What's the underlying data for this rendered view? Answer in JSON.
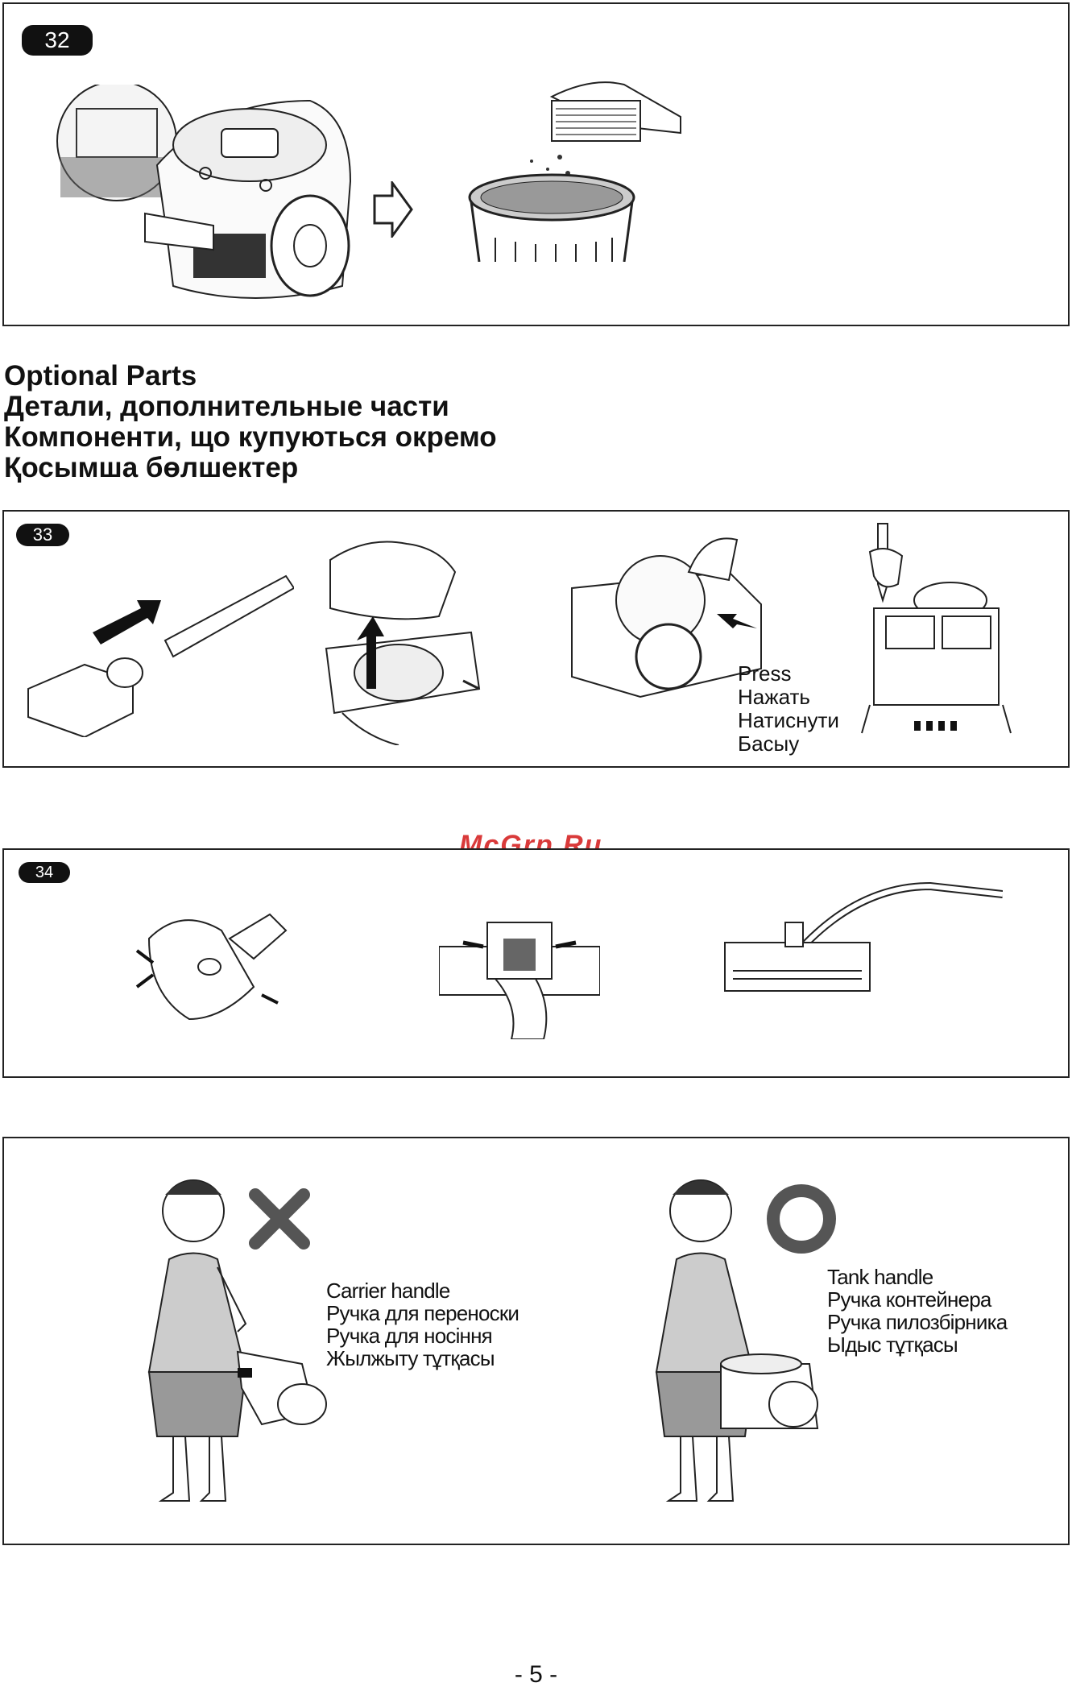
{
  "step32": {
    "badge": "32"
  },
  "optional_parts": {
    "titles": [
      "Optional Parts",
      "Детали, дополнительные части",
      "Компоненти, що купуються окремо",
      "Қосымша бөлшектер"
    ]
  },
  "step33": {
    "badge": "33",
    "press_labels": [
      "Press",
      "Нажать",
      "Натиснути",
      "Басыу"
    ]
  },
  "step34": {
    "badge": "34"
  },
  "watermark": "McGrp.Ru",
  "handles": {
    "wrong_mark": "cross-icon",
    "right_mark": "circle-icon",
    "carrier_labels": [
      "Carrier handle",
      "Ручка для переноски",
      "Ручка для носіння",
      "Жылжыту тұтқасы"
    ],
    "tank_labels": [
      "Tank handle",
      "Ручка контейнера",
      "Ручка пилозбірника",
      "Ыдыс тұтқасы"
    ]
  },
  "page_number": "- 5 -"
}
